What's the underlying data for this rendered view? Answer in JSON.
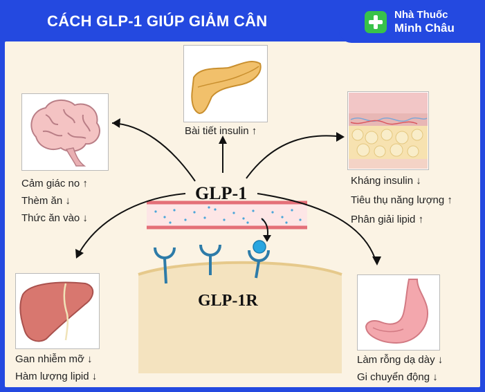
{
  "header": {
    "title": "CÁCH GLP-1 GIÚP GIẢM CÂN"
  },
  "brand": {
    "line1": "Nhà Thuốc",
    "line2": "Minh Châu"
  },
  "center": {
    "glp1": "GLP-1",
    "receptor": "GLP-1R"
  },
  "brain": {
    "lines": [
      "Cảm giác no ↑",
      "Thèm ăn ↓",
      "Thức ăn vào ↓"
    ]
  },
  "pancreas": {
    "line": "Bài tiết insulin ↑"
  },
  "fat": {
    "lines": [
      "Kháng insulin ↓",
      "Tiêu thụ năng lượng ↑",
      "Phân giải lipid ↑"
    ]
  },
  "liver": {
    "lines": [
      "Gan nhiễm mỡ ↓",
      "Hàm lượng lipid ↓"
    ]
  },
  "stomach": {
    "lines": [
      "Làm rỗng dạ dày ↓",
      "Gi chuyển động ↓"
    ]
  },
  "colors": {
    "blue": "#2449e0",
    "cream": "#fbf3e4",
    "green": "#38c24a"
  }
}
